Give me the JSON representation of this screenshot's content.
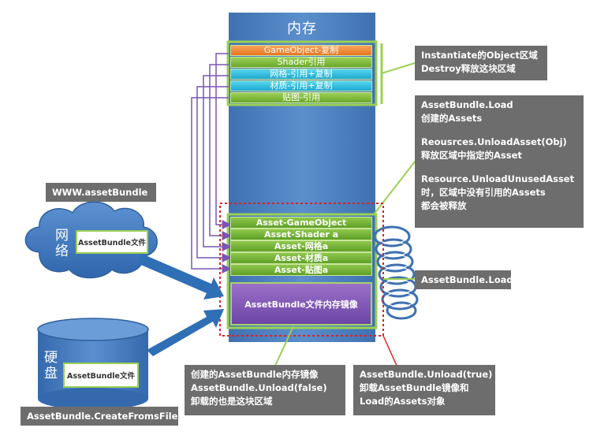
{
  "memory": {
    "title": "内存",
    "top_bars": [
      {
        "label": "GameObject-复制",
        "style": "orange"
      },
      {
        "label": "Shader引用",
        "style": "green"
      },
      {
        "label": "网格-引用+复制",
        "style": "cyan"
      },
      {
        "label": "材质-引用+复制",
        "style": "cyan"
      },
      {
        "label": "贴图-引用",
        "style": "green"
      }
    ],
    "asset_bars": [
      "Asset-GameObject",
      "Asset-Shader a",
      "Asset-网格a",
      "Asset-材质a",
      "Asset-贴图a"
    ],
    "mirror_label": "AssetBundle文件内存镜像"
  },
  "sources": {
    "www_label": "WWW.assetBundle",
    "network_text": "网络",
    "network_file": "AssetBundle文件",
    "disk_text": "硬盘",
    "disk_file": "AssetBundle文件",
    "createfromfile_label": "AssetBundle.CreateFromsFile"
  },
  "notes": {
    "instantiate": [
      "Instantiate的Object区域",
      "Destroy释放这块区域"
    ],
    "load": {
      "group1": [
        "AssetBundle.Load",
        "创建的Assets"
      ],
      "group2": [
        "Reousrces.UnloadAsset(Obj)",
        "释放区域中指定的Asset"
      ],
      "group3": [
        "Resource.UnloadUnusedAsset",
        "时，区域中没有引用的Assets",
        "都会被释放"
      ]
    },
    "load_label": "AssetBundle.Load",
    "unload_false": [
      "创建的AssetBundle内存镜像",
      "AssetBundle.Unload(false)",
      "卸载的也是这块区域"
    ],
    "unload_true": [
      "AssetBundle.Unload(true)",
      "卸载AssetBundle镜像和",
      "Load的Assets对象"
    ]
  },
  "colors": {
    "memory_blue": "#4f81bd",
    "green": "#9bd055",
    "orange": "#e8751f",
    "cyan": "#1ea8cf",
    "purple": "#7b55b5",
    "note_gray": "#6d6d6d",
    "dashed_red": "#e02020",
    "arrow_blue": "#2f6fb6"
  }
}
